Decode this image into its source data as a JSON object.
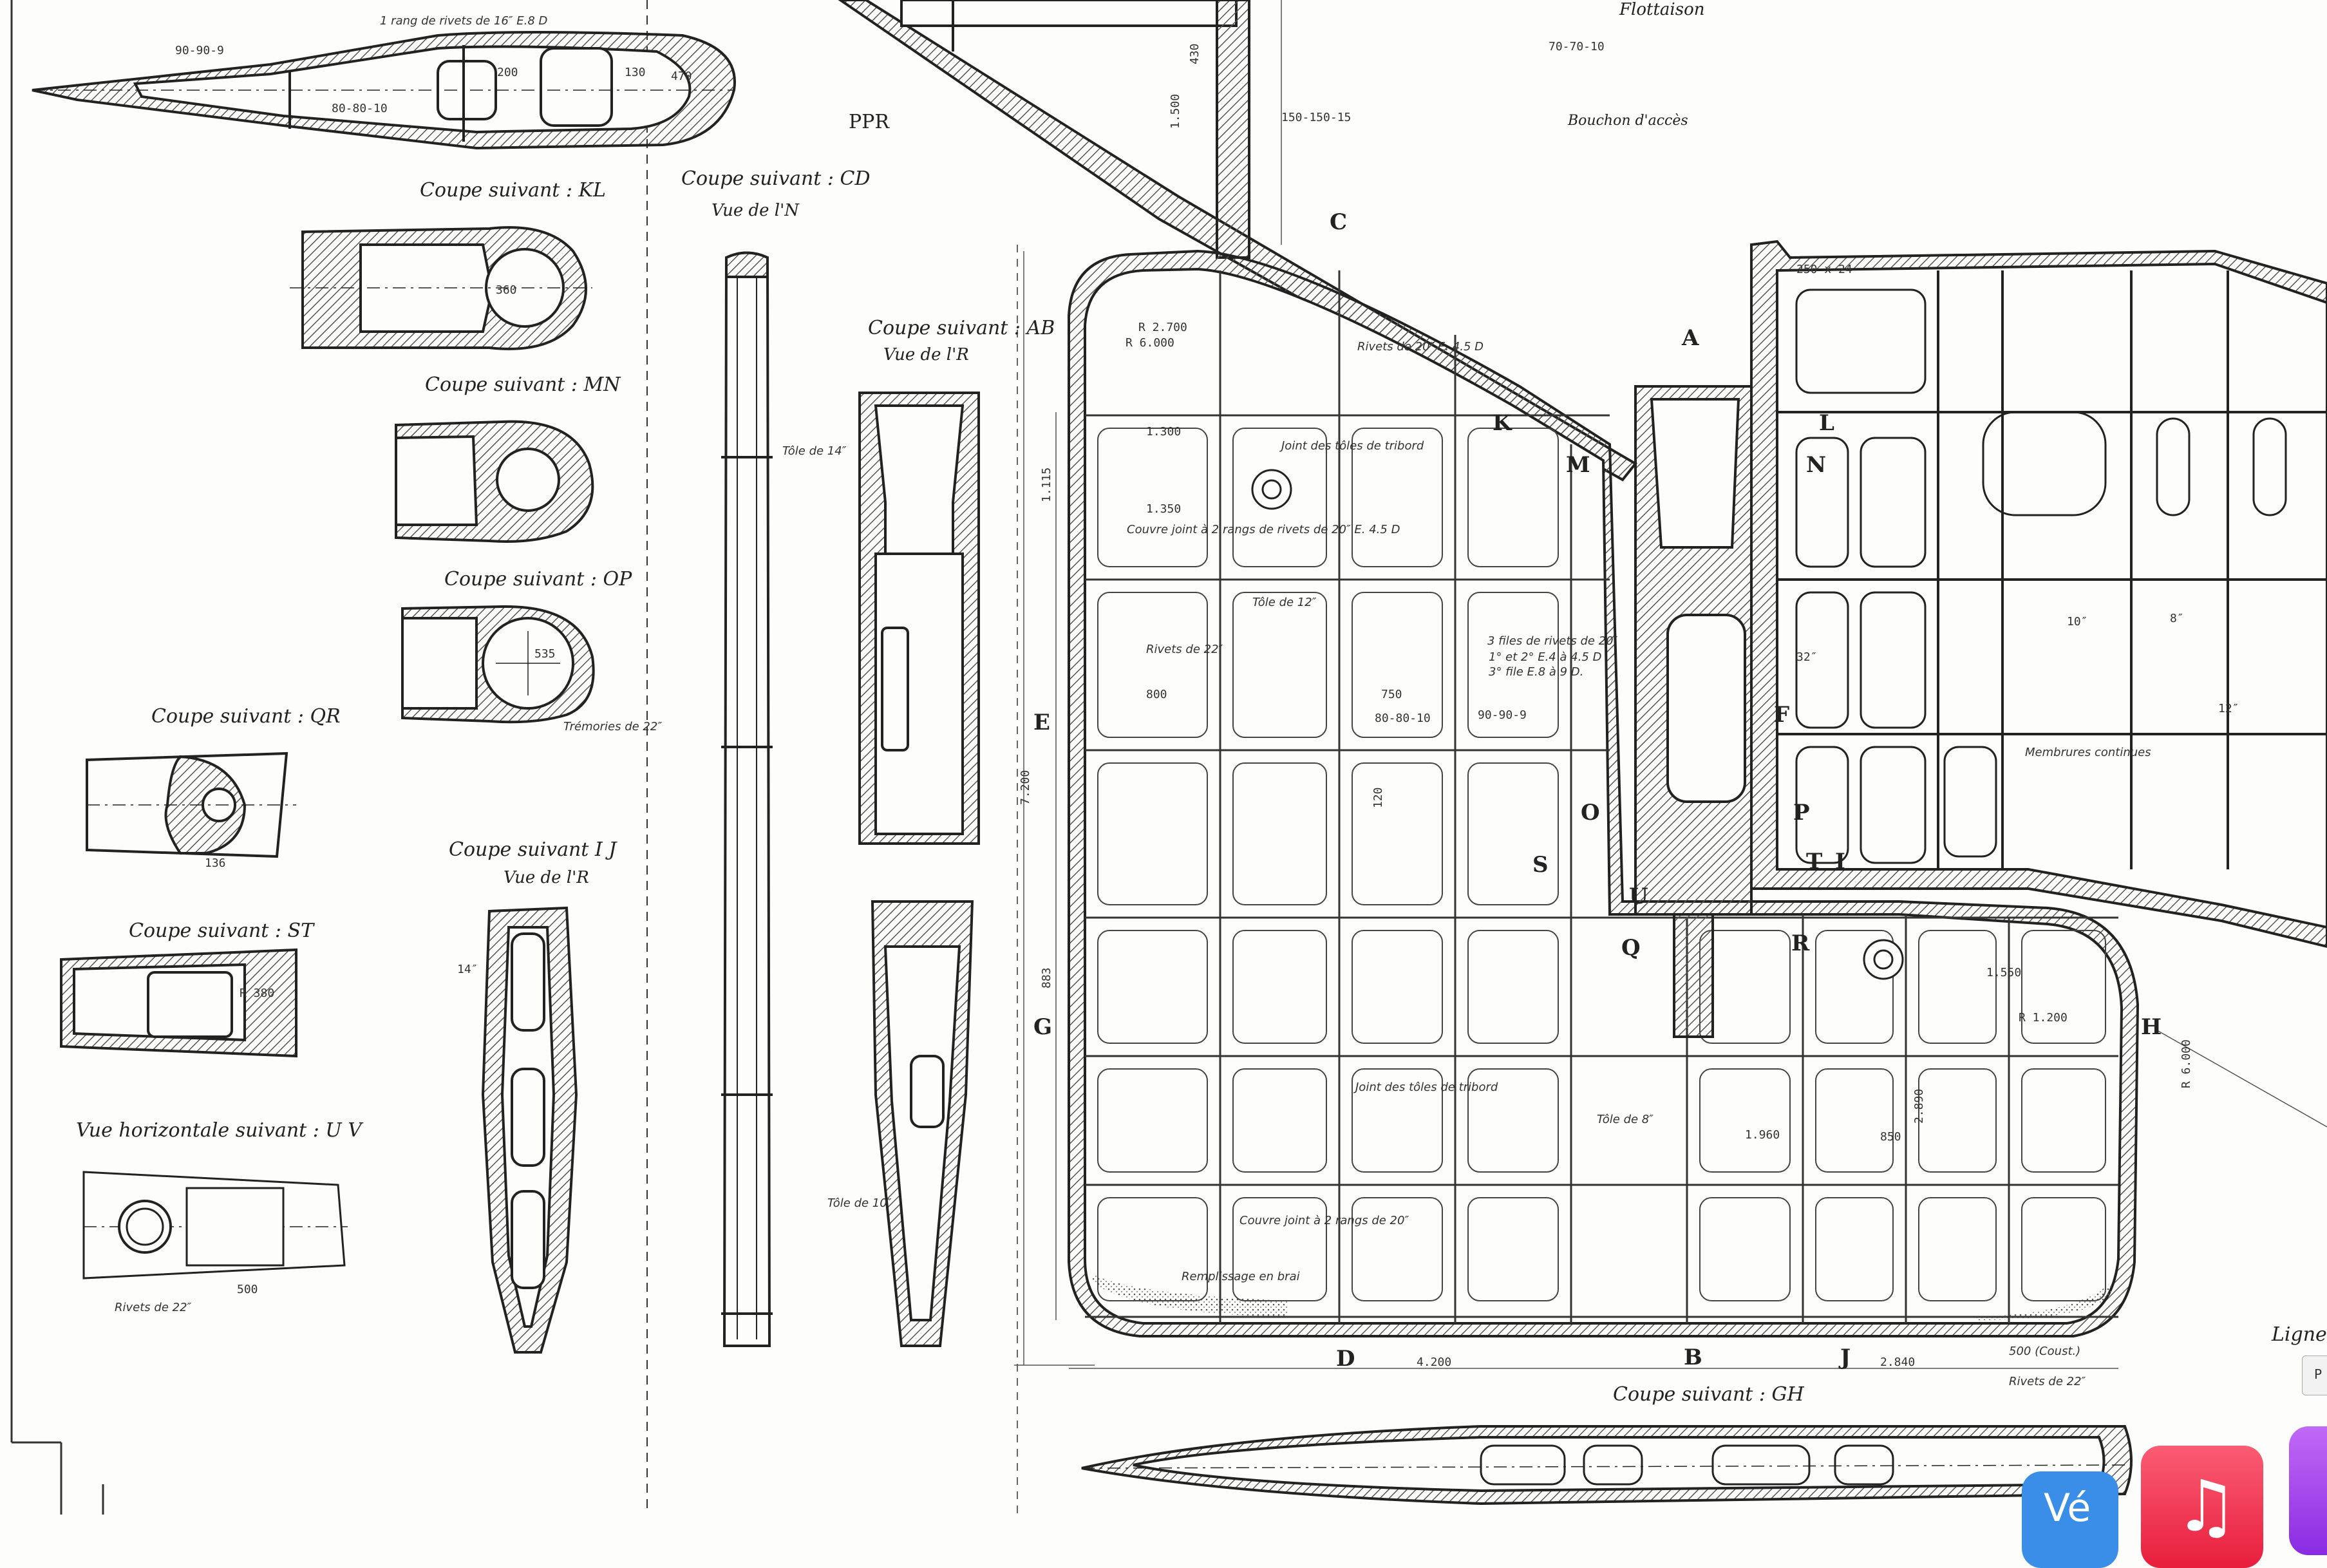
{
  "labels": {
    "kl": "Coupe suivant : KL",
    "cd": "Coupe suivant : CD",
    "cd_view": "Vue de l'N",
    "ab": "Coupe suivant : AB",
    "ab_view": "Vue de l'R",
    "mn": "Coupe suivant : MN",
    "op": "Coupe suivant : OP",
    "qr": "Coupe suivant : QR",
    "ij": "Coupe suivant I J",
    "ij_view": "Vue de l'R",
    "st": "Coupe suivant : ST",
    "uv": "Vue horizontale suivant : U V",
    "gh": "Coupe suivant : GH",
    "ppr": "PPR",
    "flottaison": "Flottaison",
    "bouchon": "Bouchon d'accès",
    "ligne": "Ligne"
  },
  "letters": [
    "A",
    "B",
    "C",
    "D",
    "E",
    "F",
    "G",
    "H",
    "I",
    "J",
    "K",
    "L",
    "M",
    "N",
    "O",
    "P",
    "Q",
    "R",
    "S",
    "T",
    "U"
  ],
  "notes": {
    "n1": "1 rang de rivets de 16″ E.8 D",
    "n2": "Tôle de 14″",
    "n3": "Joint des tôles de tribord",
    "n4": "Couvre joint à 2 rangs de rivets de 20″ E. 4.5 D",
    "n5": "Rivets de 22″",
    "n6": "Remplissage en brai",
    "n7": "Rivets de 20″ E. 4.5 D",
    "n8": "Tôle de 12″",
    "n9": "Tôle de 8″",
    "n10": "Tôle de 10″",
    "n11": "Rivets de 22″",
    "n12": "Trémories de 22″",
    "n13": "Membrures continues",
    "n14": "3 files de rivets de 20″",
    "n15": "1° et 2° E.4 à 4.5 D",
    "n16": "3° file E.8 à 9 D.",
    "n17": "Rivets de 22″",
    "n18": "500 (Coust.)",
    "n19": "Joint des tôles de tribord",
    "n20": "Couvre joint à 2 rangs de 20″"
  },
  "dims": {
    "d1": "90-90-9",
    "d2": "80-80-10",
    "d3": "70-70-10",
    "d4": "150-150-15",
    "d5": "1.300",
    "d6": "1.350",
    "d7": "800",
    "d8": "750",
    "d9": "80-80-10",
    "d10": "90-90-9",
    "d11": "R 2.700",
    "d12": "R 6.000",
    "d13": "7.200",
    "d14": "1.115",
    "d15": "883",
    "d16": "4.200",
    "d17": "2.840",
    "d18": "1.550",
    "d19": "1.960",
    "d20": "850",
    "d21": "2.890",
    "d22": "R 1.200",
    "d23": "R 6.000",
    "d24": "14″",
    "d25": "12″",
    "d26": "8″",
    "d27": "32″",
    "d28": "10″",
    "d29": "1.500",
    "d30": "430",
    "d31": "250 x 24",
    "d32": "200",
    "d33": "470",
    "d34": "130",
    "d35": "360",
    "d36": "535",
    "d37": "136",
    "d38": "R 380",
    "d39": "500",
    "d40": "120"
  },
  "dock": {
    "blue_label": "Vé",
    "music_label": "♫",
    "peek_label": "P"
  }
}
